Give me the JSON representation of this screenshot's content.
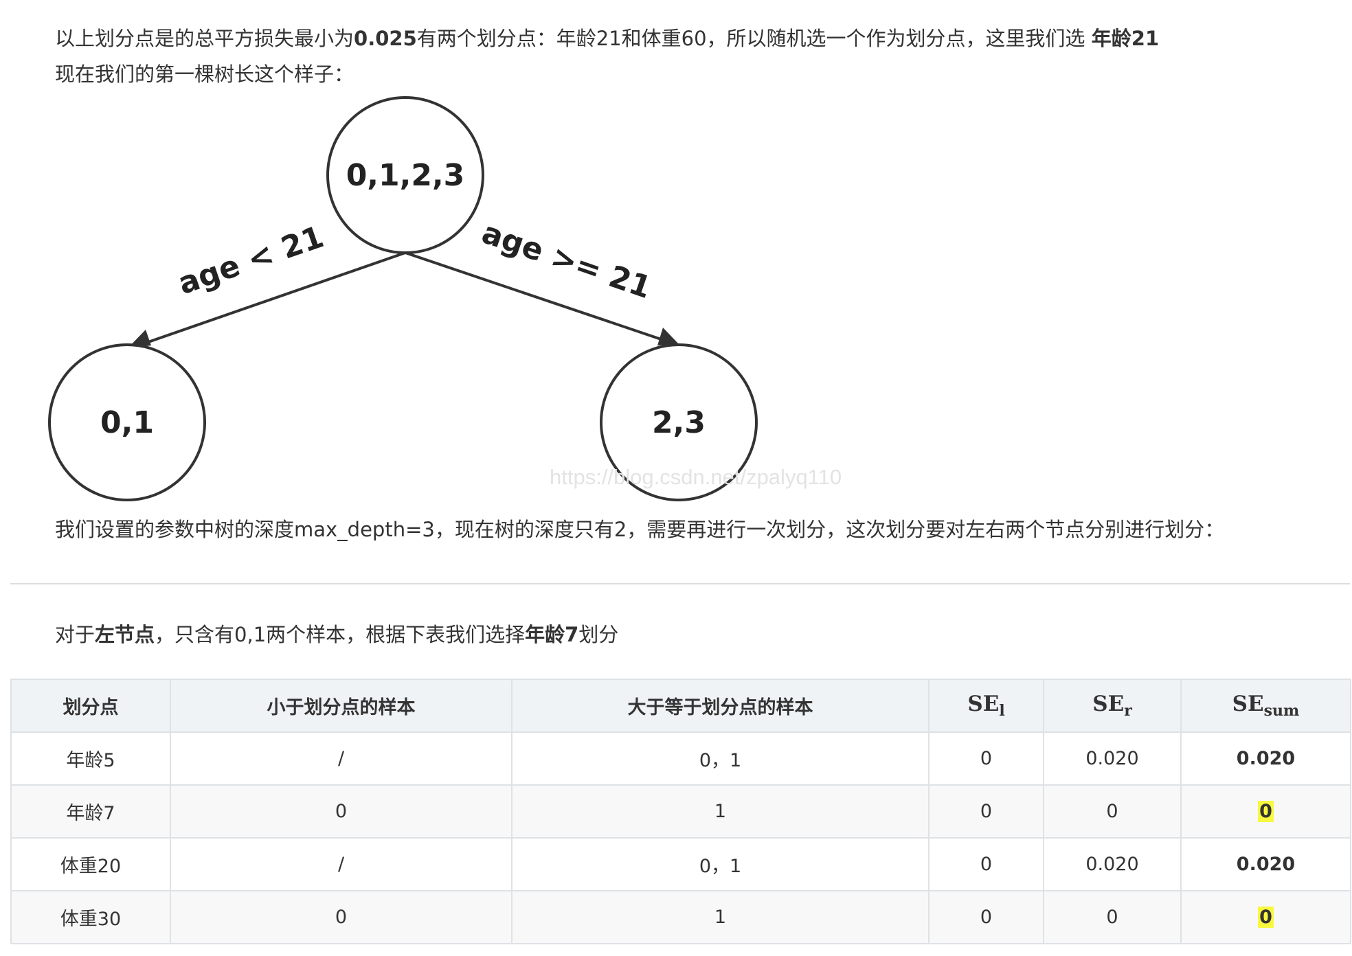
{
  "paragraph1": {
    "part1": "以上划分点是的总平方损失最小为",
    "bold1": "0.025",
    "part2": "有两个划分点：年龄21和体重60，所以随机选一个作为划分点，这里我们选 ",
    "bold2": "年龄21"
  },
  "paragraph2": "现在我们的第一棵树长这个样子：",
  "tree": {
    "root_label": "0,1,2,3",
    "left_child_label": "0,1",
    "right_child_label": "2,3",
    "left_edge_label": "age < 21",
    "right_edge_label": "age >= 21"
  },
  "watermark": "https://blog.csdn.net/zpalyq110",
  "paragraph3": "我们设置的参数中树的深度max_depth=3，现在树的深度只有2，需要再进行一次划分，这次划分要对左右两个节点分别进行划分：",
  "paragraph4": {
    "part1": "对于",
    "bold1": "左节点",
    "part2": "，只含有0,1两个样本，根据下表我们选择",
    "bold2": "年龄7",
    "part3": "划分"
  },
  "table": {
    "headers": {
      "split": "划分点",
      "less": "小于划分点的样本",
      "greater": "大于等于划分点的样本",
      "se_l": "SE",
      "se_l_sub": "l",
      "se_r": "SE",
      "se_r_sub": "r",
      "se_sum": "SE",
      "se_sum_sub": "sum"
    },
    "rows": [
      {
        "split": "年龄5",
        "less": "/",
        "greater": "0，1",
        "se_l": "0",
        "se_r": "0.020",
        "se_sum": "0.020"
      },
      {
        "split": "年龄7",
        "less": "0",
        "greater": "1",
        "se_l": "0",
        "se_r": "0",
        "se_sum": "0"
      },
      {
        "split": "体重20",
        "less": "/",
        "greater": "0，1",
        "se_l": "0",
        "se_r": "0.020",
        "se_sum": "0.020"
      },
      {
        "split": "体重30",
        "less": "0",
        "greater": "1",
        "se_l": "0",
        "se_r": "0",
        "se_sum": "0"
      }
    ]
  }
}
